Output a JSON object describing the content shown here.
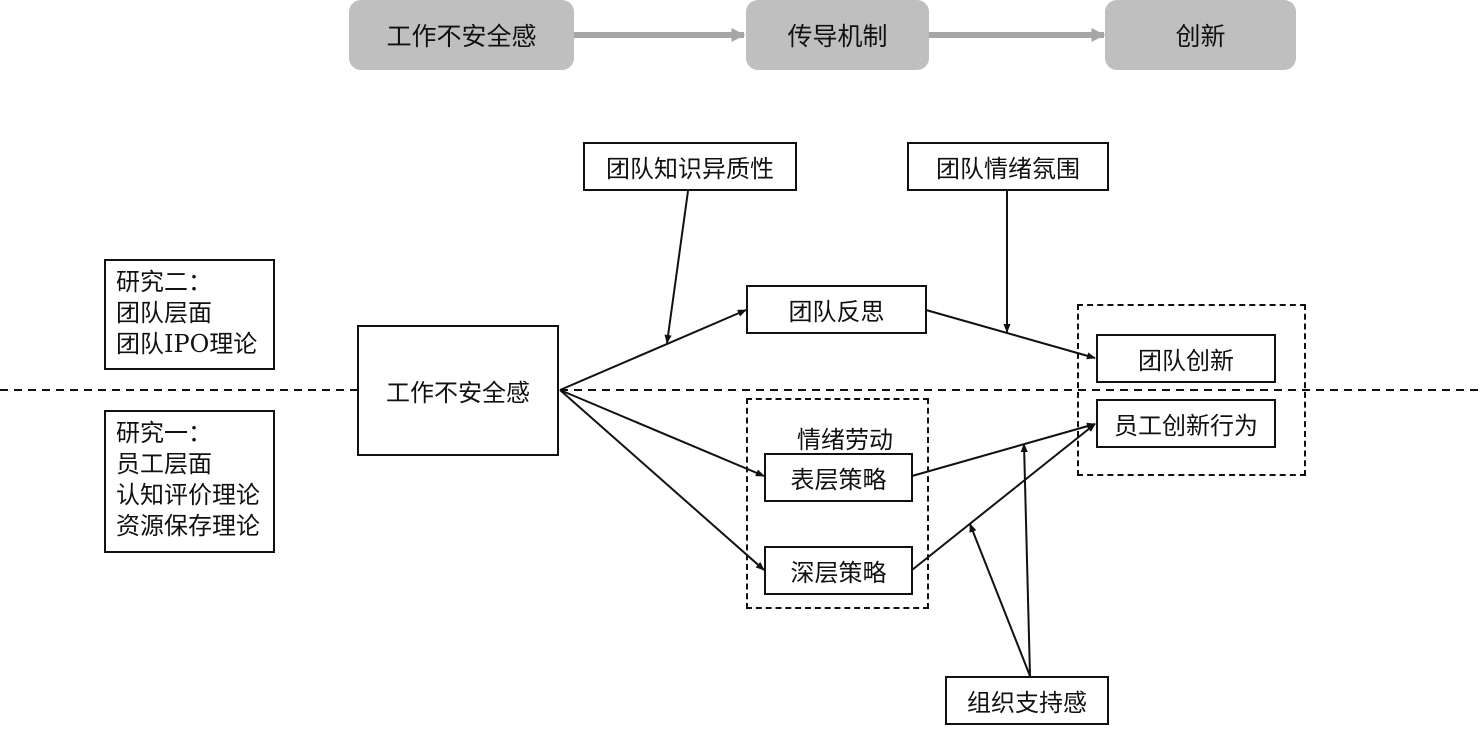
{
  "flow": {
    "steps": [
      "工作不安全感",
      "传导机制",
      "创新"
    ]
  },
  "notes": {
    "study_two": [
      "研究二：",
      "团队层面",
      "团队IPO理论"
    ],
    "study_one": [
      "研究一：",
      "员工层面",
      "认知评价理论",
      "资源保存理论"
    ]
  },
  "nodes": {
    "job_insecurity": "工作不安全感",
    "team_knowledge_heterogeneity": "团队知识异质性",
    "team_emotional_climate": "团队情绪氛围",
    "team_reflection": "团队反思",
    "emotional_labor": "情绪劳动",
    "surface_acting": "表层策略",
    "deep_acting": "深层策略",
    "team_innovation": "团队创新",
    "employee_innovation": "员工创新行为",
    "organizational_support": "组织支持感"
  },
  "colors": {
    "pill_fill": "#bfbfbf",
    "pill_arrow": "#a6a6a6",
    "line": "#111111"
  }
}
